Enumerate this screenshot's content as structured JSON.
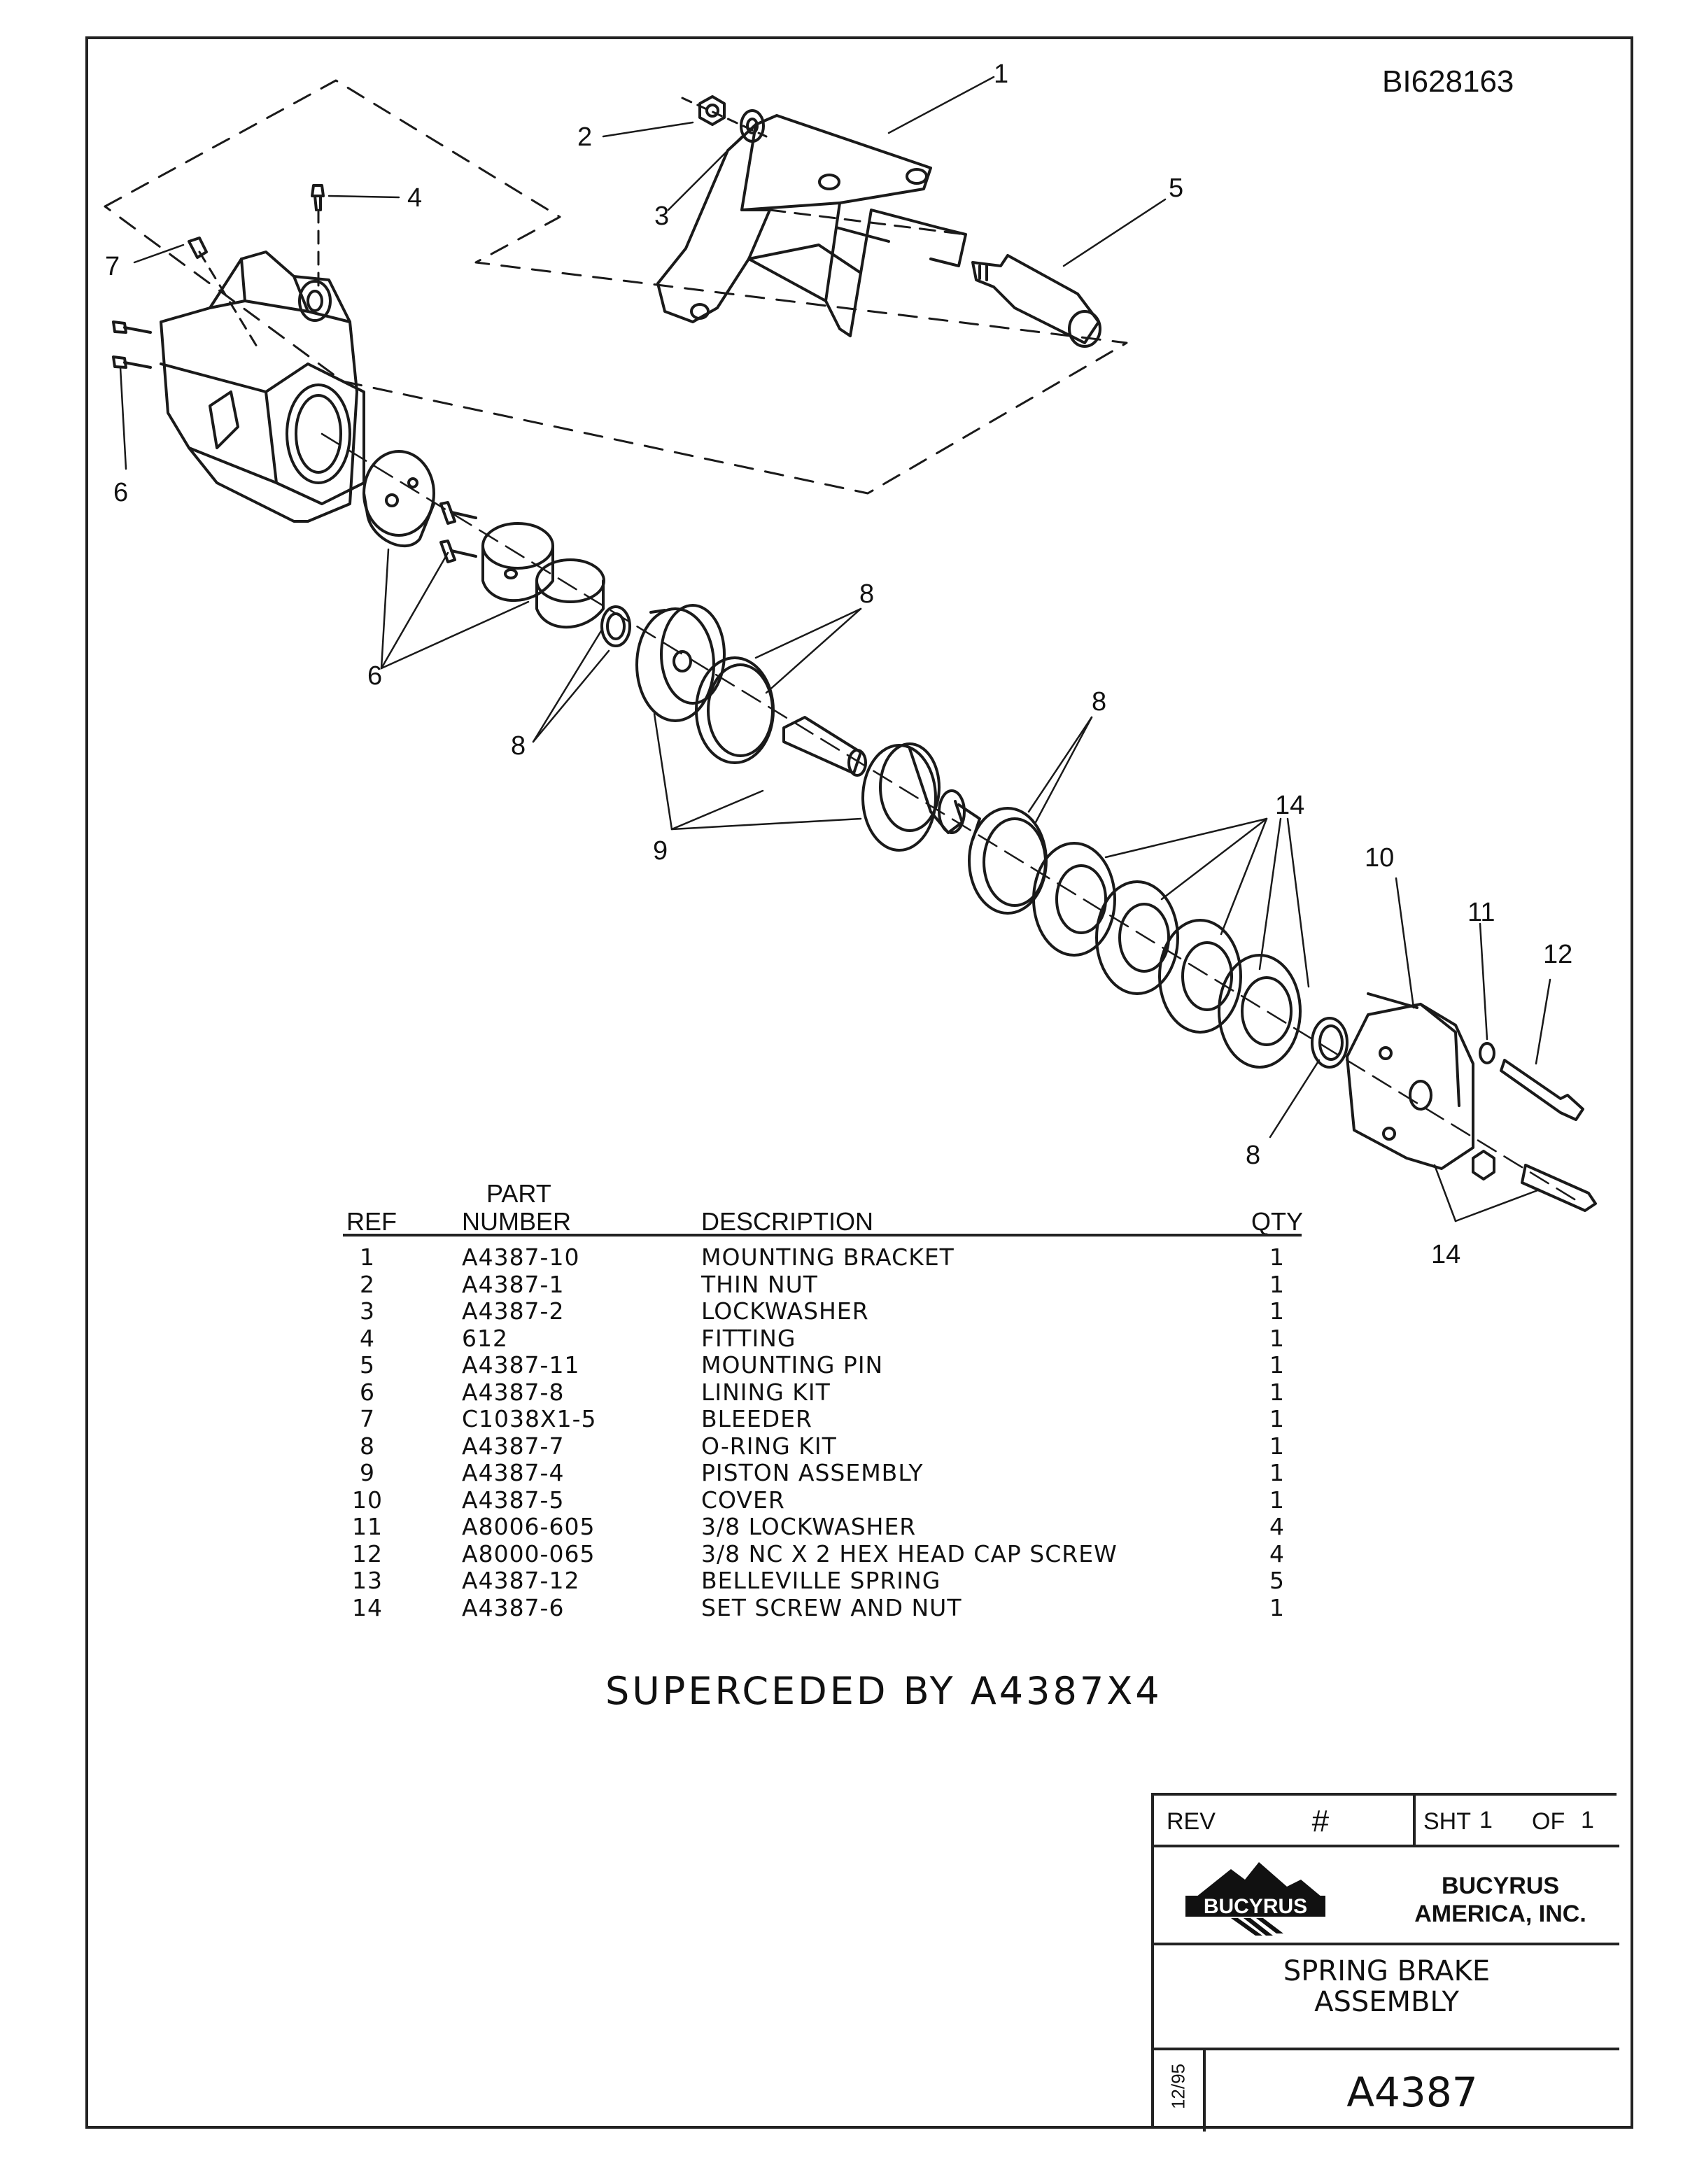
{
  "document": {
    "doc_id": "BI628163",
    "superseded_note": "SUPERCEDED BY A4387X4"
  },
  "callouts": [
    "1",
    "2",
    "3",
    "4",
    "5",
    "6",
    "6",
    "7",
    "8",
    "8",
    "8",
    "8",
    "9",
    "10",
    "11",
    "12",
    "14",
    "14"
  ],
  "parts_table": {
    "headers": {
      "ref": "REF",
      "part_number_line1": "PART",
      "part_number_line2": "NUMBER",
      "description": "DESCRIPTION",
      "qty": "QTY"
    },
    "rows": [
      {
        "ref": "1",
        "part": "A4387-10",
        "desc": "MOUNTING  BRACKET",
        "qty": "1"
      },
      {
        "ref": "2",
        "part": "A4387-1",
        "desc": "THIN  NUT",
        "qty": "1"
      },
      {
        "ref": "3",
        "part": "A4387-2",
        "desc": "LOCKWASHER",
        "qty": "1"
      },
      {
        "ref": "4",
        "part": "612",
        "desc": "FITTING",
        "qty": "1"
      },
      {
        "ref": "5",
        "part": "A4387-11",
        "desc": "MOUNTING  PIN",
        "qty": "1"
      },
      {
        "ref": "6",
        "part": "A4387-8",
        "desc": "LINING  KIT",
        "qty": "1"
      },
      {
        "ref": "7",
        "part": "C1038X1-5",
        "desc": "BLEEDER",
        "qty": "1"
      },
      {
        "ref": "8",
        "part": "A4387-7",
        "desc": "O-RING  KIT",
        "qty": "1"
      },
      {
        "ref": "9",
        "part": "A4387-4",
        "desc": "PISTON  ASSEMBLY",
        "qty": "1"
      },
      {
        "ref": "10",
        "part": "A4387-5",
        "desc": "COVER",
        "qty": "1"
      },
      {
        "ref": "11",
        "part": "A8006-605",
        "desc": "3/8  LOCKWASHER",
        "qty": "4"
      },
      {
        "ref": "12",
        "part": "A8000-065",
        "desc": "3/8  NC  X  2  HEX  HEAD  CAP  SCREW",
        "qty": "4"
      },
      {
        "ref": "13",
        "part": "A4387-12",
        "desc": "BELLEVILLE  SPRING",
        "qty": "5"
      },
      {
        "ref": "14",
        "part": "A4387-6",
        "desc": "SET  SCREW  AND  NUT",
        "qty": "1"
      }
    ]
  },
  "title_block": {
    "rev_label": "REV",
    "rev_value": "#",
    "sheet_label": "SHT",
    "sheet_num": "1",
    "of_label": "OF",
    "sheet_total": "1",
    "logo_text": "BUCYRUS",
    "company_line1": "BUCYRUS",
    "company_line2": "AMERICA, INC.",
    "title_line1": "SPRING  BRAKE",
    "title_line2": "ASSEMBLY",
    "date": "12/95",
    "drawing_number": "A4387"
  }
}
